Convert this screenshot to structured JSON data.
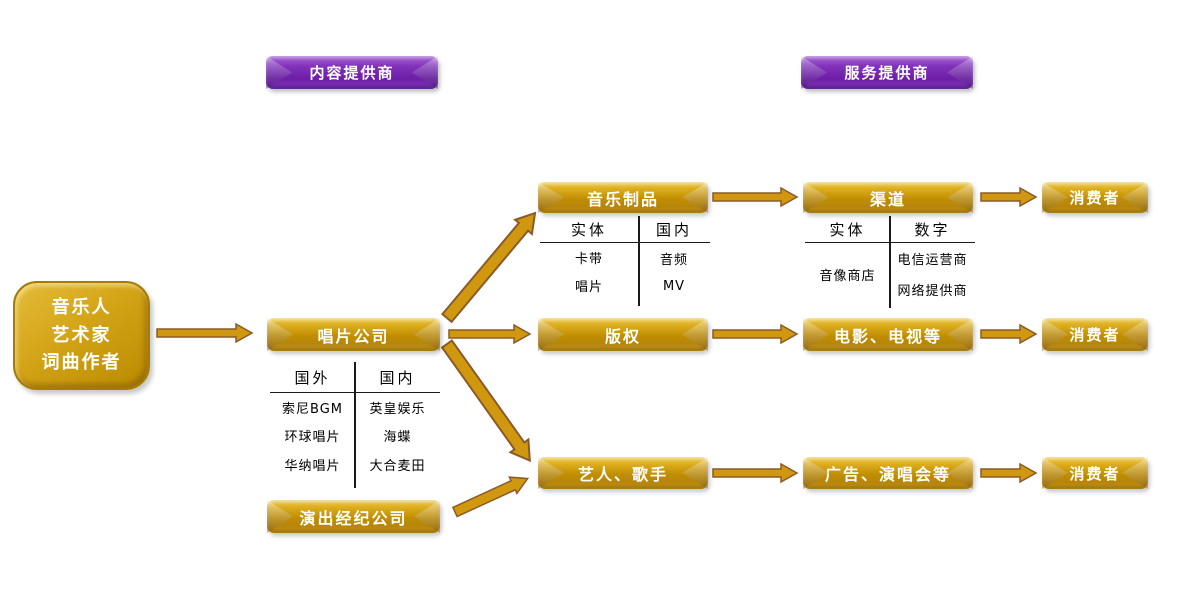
{
  "banners": {
    "content_provider": "内容提供商",
    "service_provider": "服务提供商"
  },
  "source_box": {
    "line1": "音乐人",
    "line2": "艺术家",
    "line3": "词曲作者"
  },
  "record_company": {
    "label": "唱片公司",
    "table": {
      "header_left": "国外",
      "header_right": "国内",
      "left_rows": [
        "索尼BGM",
        "环球唱片",
        "华纳唱片"
      ],
      "right_rows": [
        "英皇娱乐",
        "海蝶",
        "大合麦田"
      ]
    }
  },
  "agency": {
    "label": "演出经纪公司"
  },
  "products": {
    "label": "音乐制品",
    "table": {
      "header_left": "实体",
      "header_right": "国内",
      "left_rows": [
        "卡带",
        "唱片"
      ],
      "right_rows": [
        "音频",
        "MV"
      ]
    }
  },
  "channel": {
    "label": "渠道",
    "table": {
      "header_left": "实体",
      "header_right": "数字",
      "left_rows": [
        "音像商店"
      ],
      "right_rows": [
        "电信运营商",
        "网络提供商"
      ]
    }
  },
  "copyright": {
    "label": "版权"
  },
  "movies": {
    "label": "电影、电视等"
  },
  "artists": {
    "label": "艺人、歌手"
  },
  "ads": {
    "label": "广告、演唱会等"
  },
  "consumers": {
    "top": "消费者",
    "middle": "消费者",
    "bottom": "消费者"
  },
  "colors": {
    "gold": "#D4A017",
    "gold_dark": "#B8860B",
    "purple": "#7B2FB0",
    "arrow_fill": "#D0980E",
    "arrow_outline": "#8C5A28"
  }
}
